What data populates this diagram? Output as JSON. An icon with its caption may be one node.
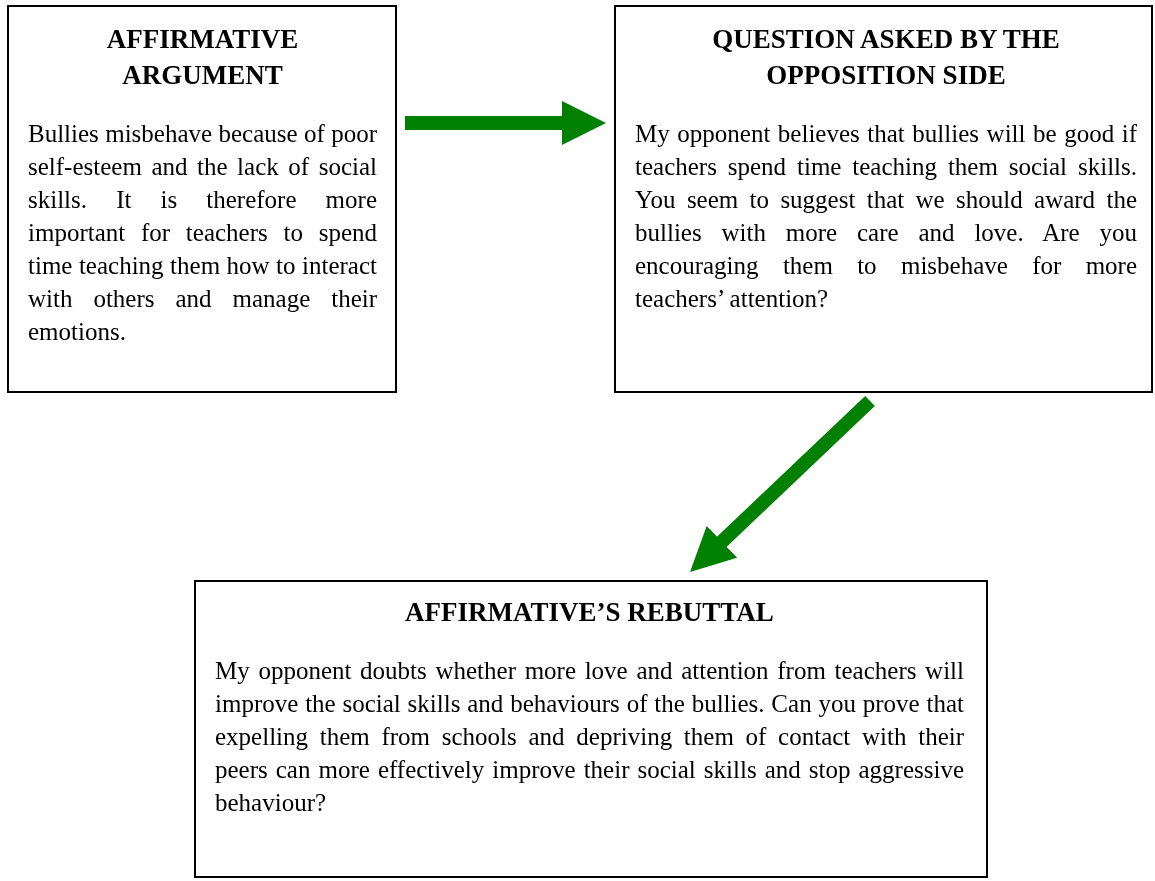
{
  "diagram": {
    "nodes": [
      {
        "text": [
          "AFFIRMATIVE ARGUMENT",
          "Bullies misbehave because of poor self-esteem and the lack of social skills. It is therefore more important for teachers to spend time teaching them how to interact with others and manage their emotions."
        ]
      },
      {
        "text": [
          "QUESTION ASKED BY THE OPPOSITION SIDE",
          "My opponent believes that bullies will be good if teachers spend time teaching them social skills. You seem to suggest that we should award the bullies with more care and love. Are you encouraging them to misbehave for more teachers’ attention?"
        ]
      },
      {
        "text": [
          "AFFIRMATIVE’S REBUTTAL",
          "My opponent doubts whether more love and attention from teachers will improve the social skills and behaviours of the bullies. Can you prove that expelling them from schools and depriving them of contact with their peers can more effectively improve their social skills and stop aggressive behaviour?"
        ]
      }
    ],
    "edges": [
      {
        "from": 0,
        "to": 1,
        "arrow": "to"
      },
      {
        "from": 1,
        "to": 2,
        "arrow": "to"
      }
    ]
  }
}
